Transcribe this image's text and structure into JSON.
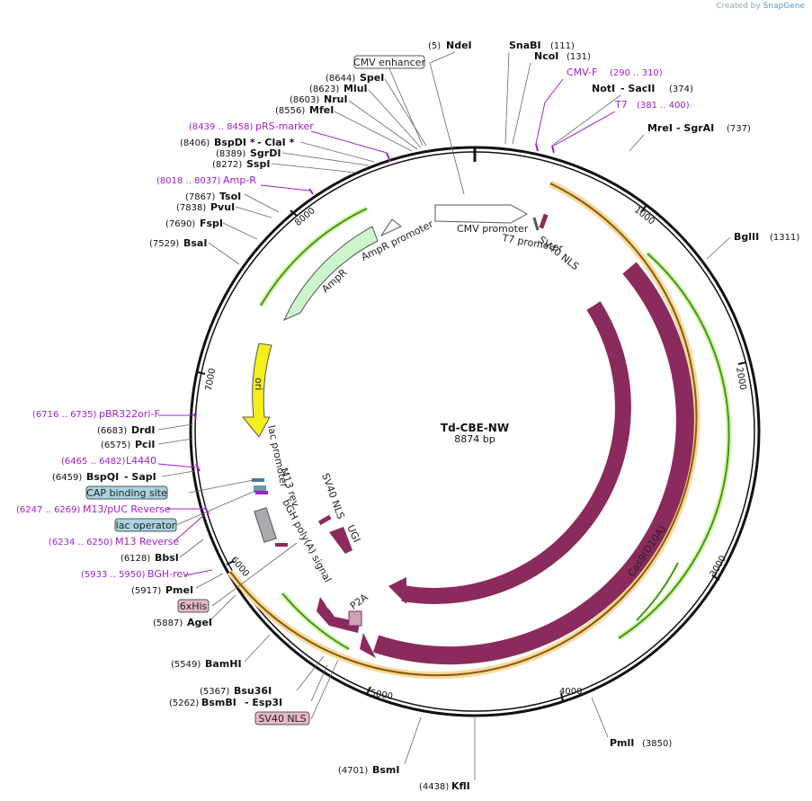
{
  "credit": {
    "prefix": "Created by",
    "brand": "SnapGene"
  },
  "plasmid": {
    "name": "Td-CBE-NW",
    "size": "8874 bp"
  },
  "ticks": [
    "1000",
    "2000",
    "3000",
    "4000",
    "5000",
    "6000",
    "7000",
    "8000"
  ],
  "sites": [
    {
      "id": "ndei",
      "name": "NdeI",
      "pos": "(5)"
    },
    {
      "id": "snabi",
      "name": "SnaBI",
      "pos": "(111)"
    },
    {
      "id": "ncoi",
      "name": "NcoI",
      "pos": "(131)"
    },
    {
      "id": "noti",
      "name": "NotI",
      "name2": "SacII",
      "pos": "(374)"
    },
    {
      "id": "mrei",
      "name": "MreI",
      "name2": "SgrAI",
      "pos": "(737)"
    },
    {
      "id": "bglii",
      "name": "BglII",
      "pos": "(1311)"
    },
    {
      "id": "pmli",
      "name": "PmlI",
      "pos": "(3850)"
    },
    {
      "id": "kfli",
      "name": "KflI",
      "pos": "(4438)"
    },
    {
      "id": "bsmi",
      "name": "BsmI",
      "pos": "(4701)"
    },
    {
      "id": "bsmbi",
      "name": "BsmBI",
      "name2": "Esp3I",
      "pos": "(5262)"
    },
    {
      "id": "bsu36i",
      "name": "Bsu36I",
      "pos": "(5367)"
    },
    {
      "id": "bamhi",
      "name": "BamHI",
      "pos": "(5549)"
    },
    {
      "id": "agei",
      "name": "AgeI",
      "pos": "(5887)"
    },
    {
      "id": "pmei",
      "name": "PmeI",
      "pos": "(5917)"
    },
    {
      "id": "bbsi",
      "name": "BbsI",
      "pos": "(6128)"
    },
    {
      "id": "bspqi",
      "name": "BspQI",
      "name2": "SapI",
      "pos": "(6459)"
    },
    {
      "id": "pcii",
      "name": "PciI",
      "pos": "(6575)"
    },
    {
      "id": "drdi",
      "name": "DrdI",
      "pos": "(6683)"
    },
    {
      "id": "bsai",
      "name": "BsaI",
      "pos": "(7529)"
    },
    {
      "id": "fspi",
      "name": "FspI",
      "pos": "(7690)"
    },
    {
      "id": "pvui",
      "name": "PvuI",
      "pos": "(7838)"
    },
    {
      "id": "tsoi",
      "name": "TsoI",
      "pos": "(7867)"
    },
    {
      "id": "sspi",
      "name": "SspI",
      "pos": "(8272)"
    },
    {
      "id": "sgrdi",
      "name": "SgrDI",
      "pos": "(8389)"
    },
    {
      "id": "bspdi",
      "name": "BspDI *",
      "name2": "ClaI *",
      "pos": "(8406)"
    },
    {
      "id": "mfei",
      "name": "MfeI",
      "pos": "(8556)"
    },
    {
      "id": "nrui",
      "name": "NruI",
      "pos": "(8603)"
    },
    {
      "id": "mlui",
      "name": "MluI",
      "pos": "(8623)"
    },
    {
      "id": "spei",
      "name": "SpeI",
      "pos": "(8644)"
    }
  ],
  "primers": [
    {
      "id": "cmvf",
      "name": "CMV-F",
      "range": "(290 .. 310)"
    },
    {
      "id": "t7",
      "name": "T7",
      "range": "(381 .. 400)"
    },
    {
      "id": "prs",
      "name": "pRS-marker",
      "range": "(8439 .. 8458)"
    },
    {
      "id": "ampr",
      "name": "Amp-R",
      "range": "(8018 .. 8037)"
    },
    {
      "id": "pbr",
      "name": "pBR322ori-F",
      "range": "(6716 .. 6735)"
    },
    {
      "id": "l4440",
      "name": "L4440",
      "range": "(6465 .. 6482)"
    },
    {
      "id": "m13puc",
      "name": "M13/pUC Reverse",
      "range": "(6247 .. 6269)"
    },
    {
      "id": "m13rev",
      "name": "M13 Reverse",
      "range": "(6234 .. 6250)"
    },
    {
      "id": "bgh",
      "name": "BGH-rev",
      "range": "(5933 .. 5950)"
    }
  ],
  "boxed": {
    "cmv_enhancer": "CMV enhancer",
    "cap_site": "CAP binding site",
    "lac_operator": "lac operator",
    "his": "6xHis",
    "sv40_nls_box": "SV40 NLS"
  },
  "features": {
    "cmv_promoter": "CMV promoter",
    "t7_promoter": "T7 promoter",
    "sv40_nls_top": "SV40 NLS",
    "ampr_promoter": "AmpR promoter",
    "ampr": "AmpR",
    "ori": "ori",
    "lac_promoter": "lac promoter",
    "m13_rev": "M13 rev",
    "bgh_polya": "bGH poly(A) signal",
    "sv40_nls_mid": "SV40 NLS",
    "ugi_mid": "UGI",
    "cas9": "Cas9",
    "cas9_d10a": "Cas9(D10A)",
    "ugi": "UGI",
    "p2a": "P2A"
  },
  "colors": {
    "backbone": "#111111",
    "cas9": "#8b2a5c",
    "ampr": "#ccf5cc",
    "ori": "#f5ef1a",
    "orf_orange": "#f0c060",
    "orf_green": "#3e9a10",
    "primer": "#a020d0",
    "his_box": "#e7b8c8",
    "lac_box": "#a8d4e0"
  }
}
